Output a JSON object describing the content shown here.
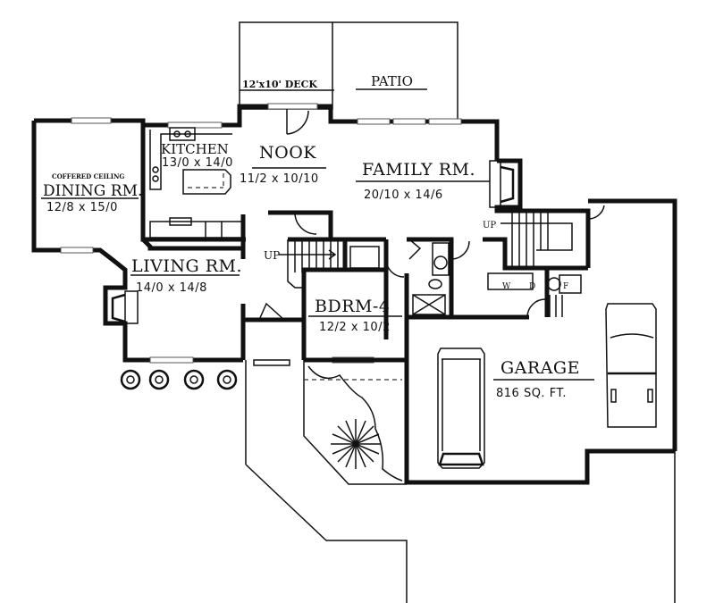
{
  "plan": {
    "rooms": [
      {
        "id": "deck",
        "name": "12'x10' DECK",
        "dims": ""
      },
      {
        "id": "patio",
        "name": "PATIO",
        "dims": ""
      },
      {
        "id": "kitchen",
        "name": "KITCHEN",
        "dims": "13/0 x 14/0"
      },
      {
        "id": "nook",
        "name": "NOOK",
        "dims": "11/2 x 10/10"
      },
      {
        "id": "family",
        "name": "FAMILY RM.",
        "dims": "20/10 x 14/6"
      },
      {
        "id": "dining",
        "name": "DINING RM.",
        "note": "COFFERED CEILING",
        "dims": "12/8 x 15/0"
      },
      {
        "id": "living",
        "name": "LIVING RM.",
        "dims": "14/0 x 14/8"
      },
      {
        "id": "bdrm4",
        "name": "BDRM-4",
        "dims": "12/2 x 10/2"
      },
      {
        "id": "garage",
        "name": "GARAGE",
        "dims": "816 SQ. FT."
      }
    ],
    "annotations": {
      "stair_up_1": "UP",
      "stair_up_2": "UP",
      "washer": "W",
      "dryer": "D",
      "freezer": "F"
    }
  }
}
